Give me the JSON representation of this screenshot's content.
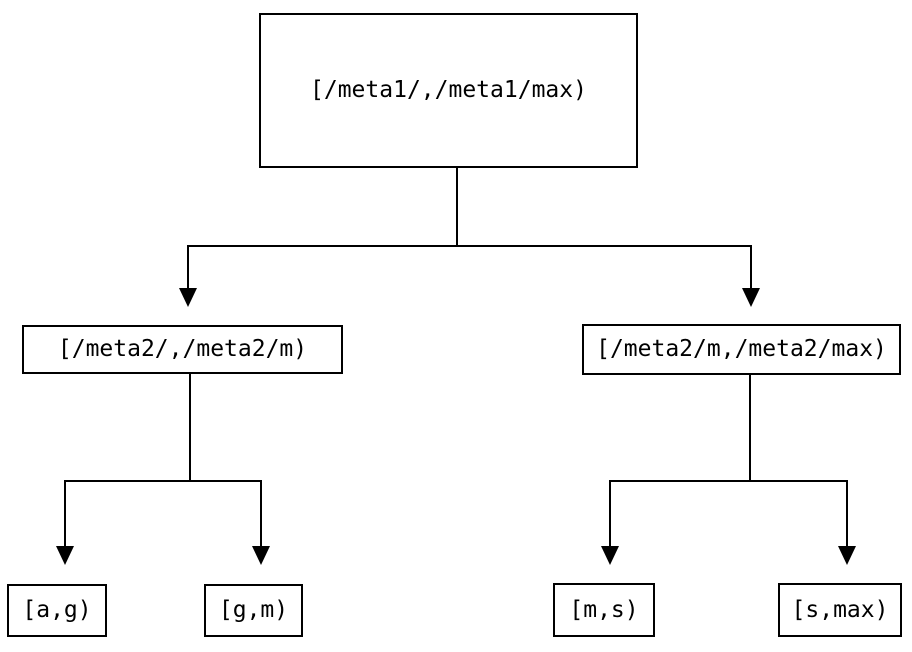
{
  "diagram": {
    "type": "tree",
    "background_color": "#ffffff",
    "line_color": "#000000",
    "text_color": "#000000",
    "tree": {
      "label": "[/meta1/,/meta1/max)",
      "children": [
        {
          "label": "[/meta2/,/meta2/m)",
          "children": [
            {
              "label": "[a,g)"
            },
            {
              "label": "[g,m)"
            }
          ]
        },
        {
          "label": "[/meta2/m,/meta2/max)",
          "children": [
            {
              "label": "[m,s)"
            },
            {
              "label": "[s,max)"
            }
          ]
        }
      ]
    }
  }
}
